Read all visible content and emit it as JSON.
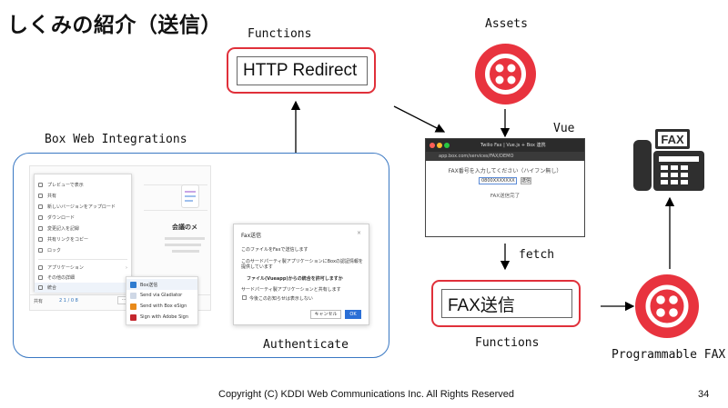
{
  "slide": {
    "title": "しくみの紹介（送信）",
    "footer": "Copyright (C) KDDI Web Communications Inc. All Rights Reserved",
    "page_number": "34"
  },
  "colors": {
    "twilio_red": "#e8333e",
    "box_border": "#e0303a",
    "group_border": "#3a78c3",
    "arrow": "#000000"
  },
  "nodes": {
    "functions_top_label": "Functions",
    "http_redirect": "HTTP Redirect",
    "assets_label": "Assets",
    "vue_label": "Vue",
    "fetch_label": "fetch",
    "fax_send": "FAX送信",
    "functions_bottom_label": "Functions",
    "programmable_fax_label": "Programmable FAX",
    "box_web_integrations_label": "Box Web Integrations",
    "authenticate_label": "Authenticate",
    "fax_icon_text": "FAX"
  },
  "box_screenshot": {
    "context_menu": [
      {
        "label": "プレビューで表示",
        "icon": "preview-icon"
      },
      {
        "label": "共有",
        "icon": "share-icon"
      },
      {
        "label": "新しいバージョンをアップロード",
        "icon": "upload-icon"
      },
      {
        "label": "ダウンロード",
        "icon": "download-icon"
      },
      {
        "label": "変更記入を記録",
        "icon": "record-icon"
      },
      {
        "label": "共有リンクをコピー",
        "icon": "link-icon"
      },
      {
        "label": "ロック",
        "icon": "lock-icon"
      },
      {
        "label": "アプリケーション",
        "icon": "apps-icon"
      },
      {
        "label": "その他の詳細",
        "icon": "more-icon"
      },
      {
        "label": "統合",
        "icon": "integrations-icon"
      }
    ],
    "submenu": [
      {
        "label": "Box送信",
        "color": "#2e7bcf"
      },
      {
        "label": "Send via Gladiator",
        "color": "#cfd8e6"
      },
      {
        "label": "Send with Box eSign",
        "color": "#e88a1a"
      },
      {
        "label": "Sign with Adobe Sign",
        "color": "#c4272e"
      }
    ],
    "file_card_title": "会議のメ",
    "footer_left": "共有",
    "footer_mid": "2 1 / 0 8"
  },
  "auth_dialog": {
    "title": "Fax送信",
    "line1": "このファイルをFaxで送信します",
    "line2": "このサードパーティ製アプリケーションにBoxの認証情報を提供しています",
    "line3": "ファイル(Vueapp)からの統合を許可しますか",
    "line4": "サードパーティ製アプリケーションと共有します",
    "checkbox_label": "今後このお知らせは表示しない",
    "cancel_button": "キャンセル",
    "ok_button": "OK"
  },
  "browser": {
    "tab_title": "Twilio Fax | Vue.js + Box 連携",
    "url": "app.box.com/services/FAX/DEMO",
    "prompt": "FAX番号を入力してください（ハイフン無し）",
    "input_value": "0800XXXXXXX",
    "send_button": "送信",
    "status": "FAX送信完了"
  }
}
